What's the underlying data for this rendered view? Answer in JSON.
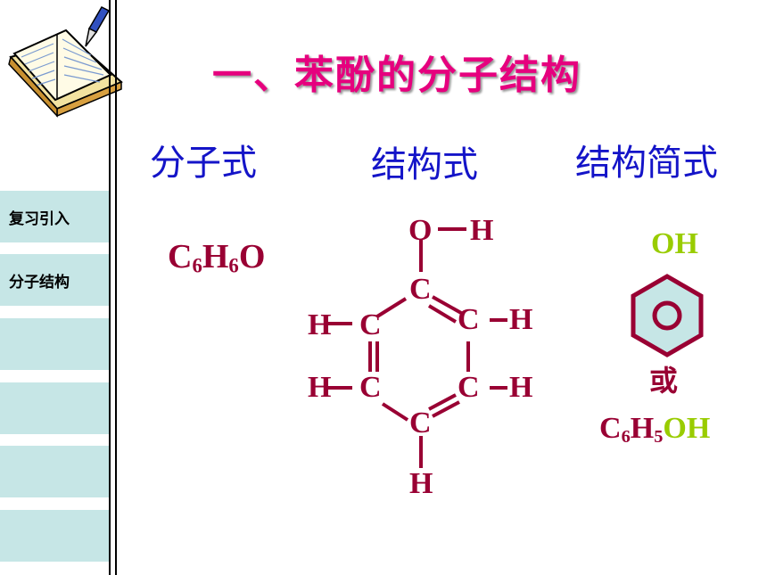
{
  "title": "一、苯酚的分子结构",
  "sidebar": {
    "items": [
      {
        "label": "复习引入"
      },
      {
        "label": "分子结构"
      },
      {
        "label": ""
      },
      {
        "label": ""
      },
      {
        "label": ""
      },
      {
        "label": ""
      }
    ]
  },
  "columns": {
    "molecular_formula": "分子式",
    "structural_formula": "结构式",
    "simplified_formula": "结构简式"
  },
  "molecular": {
    "main": "C",
    "sub1": "6",
    "h": "H",
    "sub2": "6",
    "o": "O"
  },
  "structure": {
    "atom_O": "O",
    "atom_H": "H",
    "atom_C": "C"
  },
  "simplified": {
    "oh_label": "OH",
    "or_text": "或",
    "condensed_c": "C",
    "condensed_sub1": "6",
    "condensed_h": "H",
    "condensed_sub2": "5",
    "condensed_oh": "OH"
  },
  "colors": {
    "title": "#e6007e",
    "heading": "#1414c8",
    "formula": "#990033",
    "hydroxyl": "#99cc00",
    "sidebar": "#c6e6e6"
  }
}
